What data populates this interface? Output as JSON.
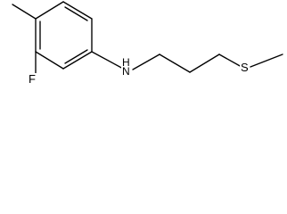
{
  "molecule": {
    "atoms": {
      "fluorine": "F",
      "amine": "H\nN",
      "sulfur": "S"
    }
  }
}
